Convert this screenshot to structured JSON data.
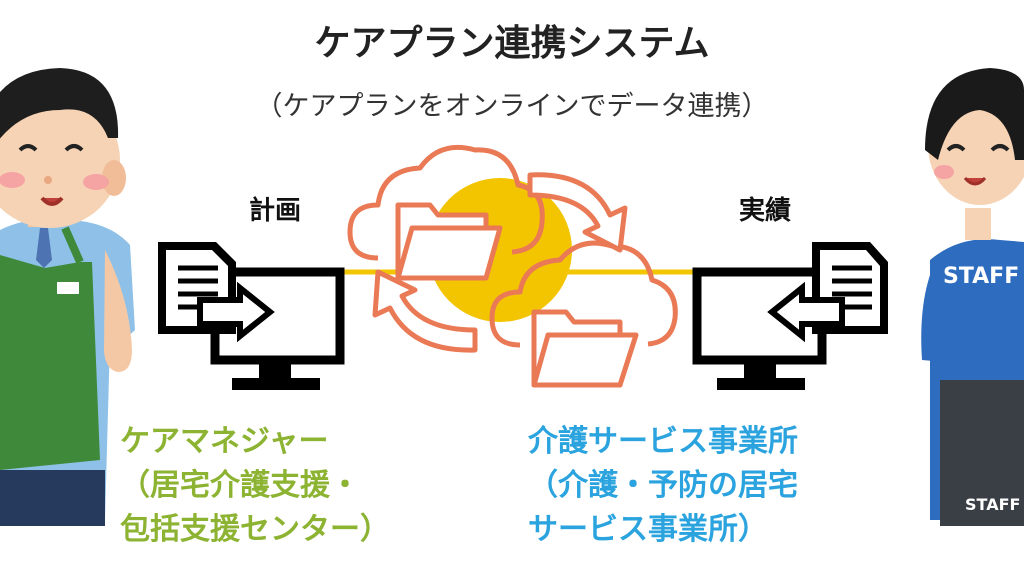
{
  "title": "ケアプラン連携システム",
  "subtitle": "（ケアプランをオンラインでデータ連携）",
  "left": {
    "label": "計画",
    "caption_lines": [
      "ケアマネジャー",
      "（居宅介護支援・",
      "包括支援センター）"
    ]
  },
  "right": {
    "label": "実績",
    "caption_lines": [
      "介護サービス事業所",
      "（介護・予防の居宅",
      "サービス事業所）"
    ],
    "staff_text": "STAFF"
  },
  "icons": [
    "caregiver-manager-illustration",
    "document-icon",
    "computer-monitor-icon",
    "cloud-folder-icon",
    "sync-arrow-icon",
    "staff-illustration"
  ],
  "colors": {
    "left_caption": "#8db332",
    "right_caption": "#2aa3de",
    "cloud_outline": "#ea7a55",
    "connection": "#f3c400"
  }
}
